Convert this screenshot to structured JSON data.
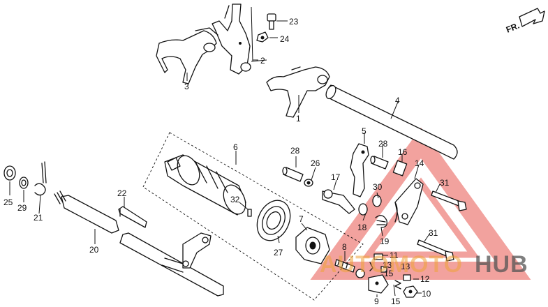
{
  "direction_indicator": {
    "label": "FR."
  },
  "callouts": {
    "c1": "1",
    "c2": "2",
    "c3": "3",
    "c4": "4",
    "c5": "5",
    "c6": "6",
    "c7": "7",
    "c8": "8",
    "c9": "9",
    "c10": "10",
    "c11": "11",
    "c12": "12",
    "c13": "13",
    "c14": "14",
    "c15": "15",
    "c15b": "15",
    "c16": "16",
    "c17": "17",
    "c18": "18",
    "c19": "19",
    "c20": "20",
    "c21": "21",
    "c22": "22",
    "c23": "23",
    "c24": "24",
    "c25": "25",
    "c26": "26",
    "c27": "27",
    "c28": "28",
    "c28b": "28",
    "c29": "29",
    "c30": "30",
    "c31": "31",
    "c31b": "31",
    "c32": "32"
  },
  "watermark": {
    "brand_part1": "AUTOMOTO",
    "brand_part2": "HUB",
    "color": "#e8554e"
  }
}
